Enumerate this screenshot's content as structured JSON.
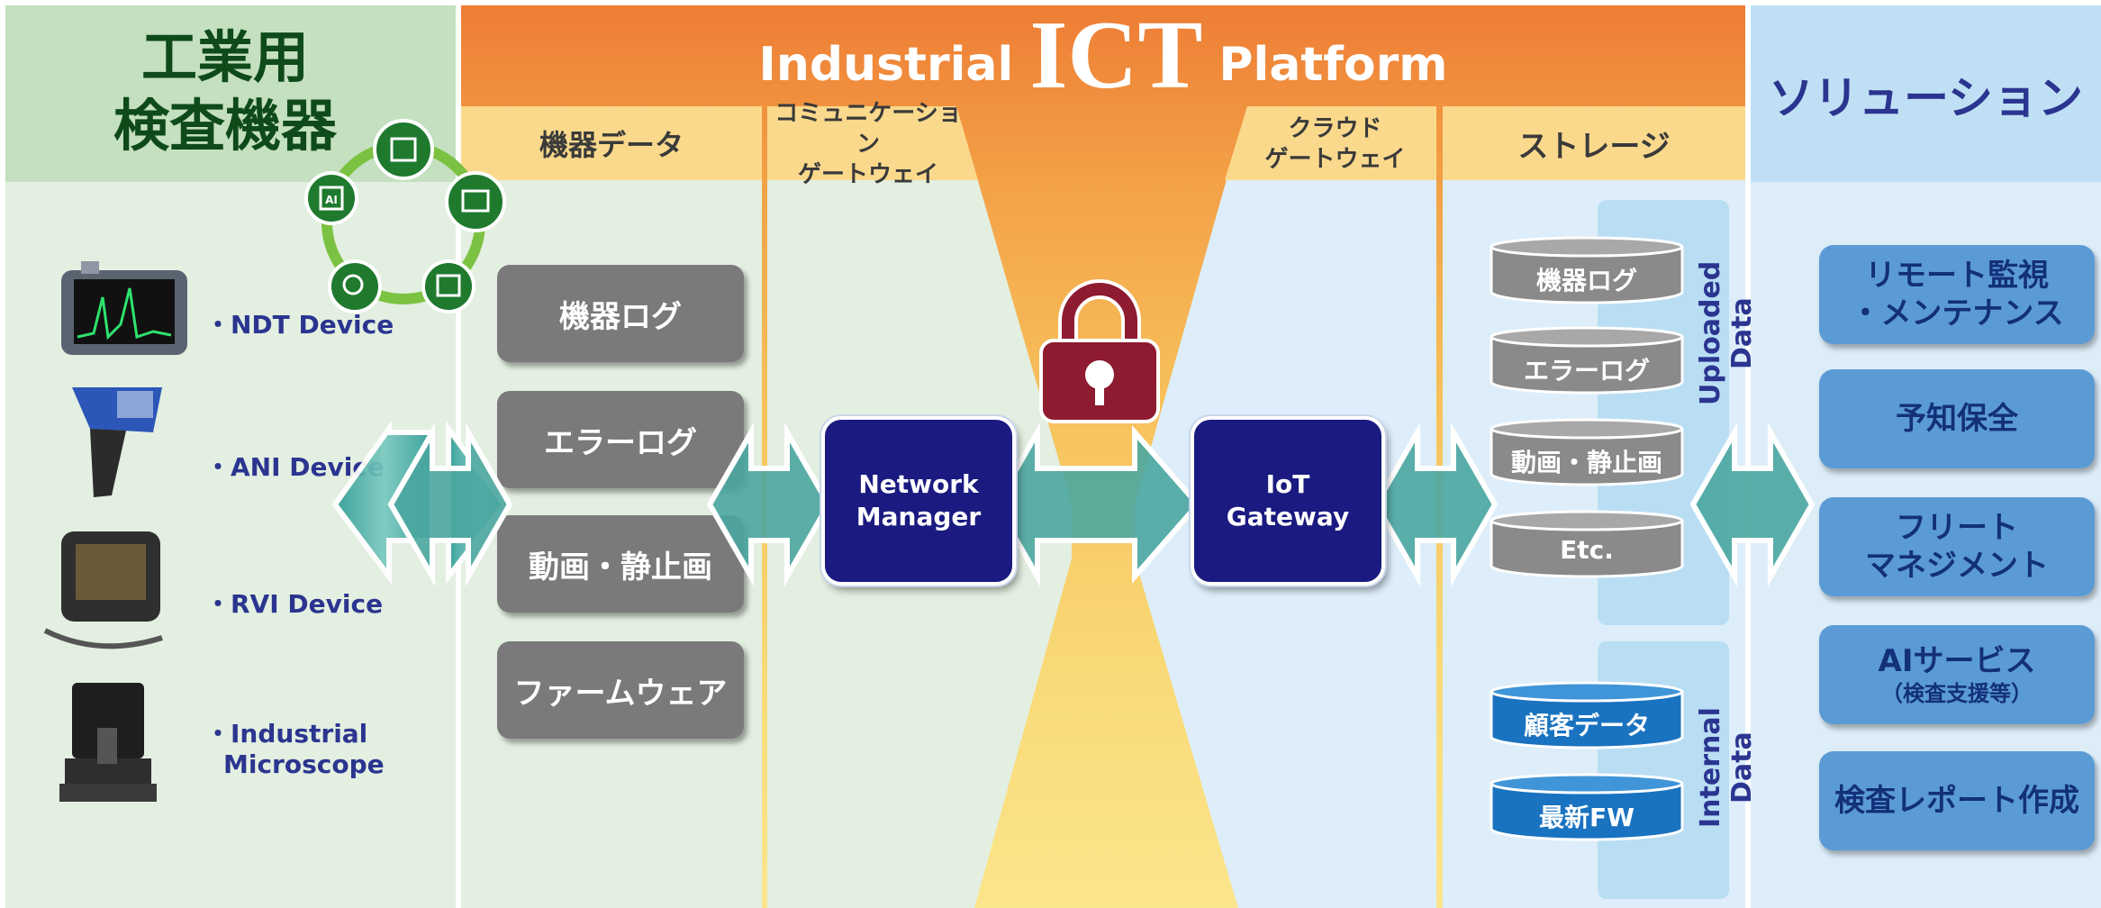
{
  "left": {
    "title_line1": "工業用",
    "title_line2": "検査機器"
  },
  "header": {
    "title_pre": "Industrial",
    "title_main": "ICT",
    "title_post": "Platform"
  },
  "columns": {
    "device_data": "機器データ",
    "comm_gateway_line1": "コミュニケーション",
    "comm_gateway_line2": "ゲートウェイ",
    "cloud_gateway_line1": "クラウド",
    "cloud_gateway_line2": "ゲートウェイ",
    "storage": "ストレージ"
  },
  "solution": {
    "title": "ソリューション"
  },
  "devices": [
    {
      "label": "・NDT Device"
    },
    {
      "label": "・ANI Device"
    },
    {
      "label": "・RVI Device"
    },
    {
      "label_line1": "・Industrial",
      "label_line2": "Microscope"
    }
  ],
  "device_data_items": [
    "機器ログ",
    "エラーログ",
    "動画・静止画",
    "ファームウェア"
  ],
  "network_manager": {
    "line1": "Network",
    "line2": "Manager"
  },
  "iot_gateway": {
    "line1": "IoT",
    "line2": "Gateway"
  },
  "uploaded_data": {
    "label": "Uploaded Data",
    "items": [
      "機器ログ",
      "エラーログ",
      "動画・静止画",
      "Etc."
    ]
  },
  "internal_data": {
    "label": "Internal Data",
    "items": [
      "顧客データ",
      "最新FW"
    ]
  },
  "solutions": [
    {
      "line1": "リモート監視",
      "line2": "・メンテナンス"
    },
    {
      "line1": "予知保全"
    },
    {
      "line1": "フリート",
      "line2": "マネジメント"
    },
    {
      "line1": "AIサービス",
      "line2": "（検査支援等）"
    },
    {
      "line1": "検査レポート作成"
    }
  ],
  "colors": {
    "left_bg": "#e2eee0",
    "left_header": "#c6e2c2",
    "orange_top": "#f08a3a",
    "yellow": "#f7d77a",
    "right_bg": "#dceefa",
    "right_header": "#bfe0f5",
    "navy": "#1a1a80",
    "solution_btn": "#5b9bd5",
    "teal_arrow": "#4aa6a0",
    "lock": "#8e1b30",
    "db_gray": "#8a8a8a",
    "db_blue": "#1a73c0"
  },
  "icons": [
    "ai-cycle-icon",
    "lock-icon",
    "ndt-device-photo",
    "ani-device-photo",
    "rvi-device-photo",
    "microscope-photo"
  ]
}
